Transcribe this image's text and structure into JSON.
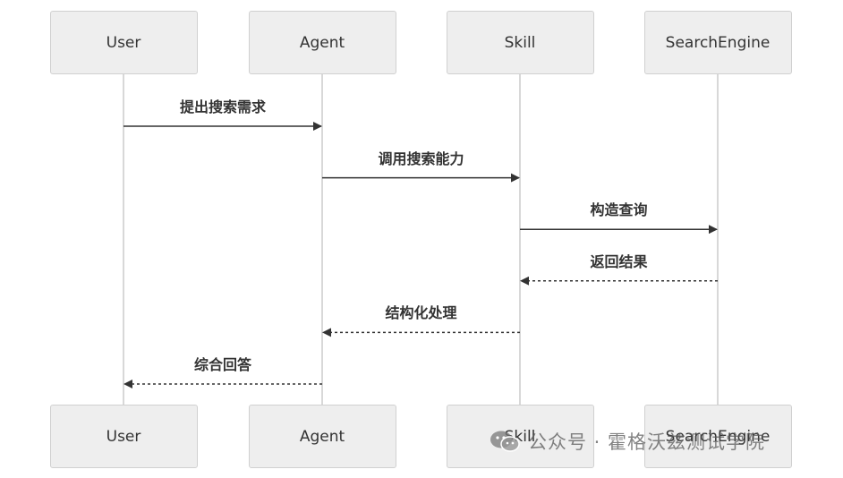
{
  "participants": [
    {
      "id": "user",
      "label": "User"
    },
    {
      "id": "agent",
      "label": "Agent"
    },
    {
      "id": "skill",
      "label": "Skill"
    },
    {
      "id": "searchengine",
      "label": "SearchEngine"
    }
  ],
  "messages": [
    {
      "from": "user",
      "to": "agent",
      "label": "提出搜索需求",
      "style": "solid"
    },
    {
      "from": "agent",
      "to": "skill",
      "label": "调用搜索能力",
      "style": "solid"
    },
    {
      "from": "skill",
      "to": "searchengine",
      "label": "构造查询",
      "style": "solid"
    },
    {
      "from": "searchengine",
      "to": "skill",
      "label": "返回结果",
      "style": "dashed"
    },
    {
      "from": "skill",
      "to": "agent",
      "label": "结构化处理",
      "style": "dashed"
    },
    {
      "from": "agent",
      "to": "user",
      "label": "综合回答",
      "style": "dashed"
    }
  ],
  "watermark": {
    "text": "公众号 · 霍格沃兹测试学院",
    "icon": "wechat-icon"
  },
  "colors": {
    "box_fill": "#eeeeee",
    "box_border": "#d0d0d0",
    "lifeline": "#cccccc",
    "arrow": "#333333",
    "text": "#333333"
  }
}
